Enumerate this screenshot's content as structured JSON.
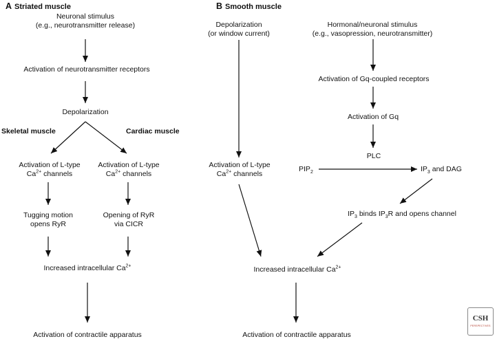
{
  "panel_a": {
    "letter": "A",
    "title": "Striated muscle",
    "stimulus": [
      "Neuronal stimulus",
      "(e.g., neurotransmitter release)"
    ],
    "activation_receptors": "Activation of neurotransmitter receptors",
    "depolarization": "Depolarization",
    "skeletal_title": "Skeletal muscle",
    "cardiac_title": "Cardiac muscle",
    "skeletal_ltype_line1": "Activation of L-type",
    "skeletal_ltype_line2": "channels",
    "cardiac_ltype_line1": "Activation of L-type",
    "cardiac_ltype_line2": "channels",
    "tugging": [
      "Tugging motion",
      "opens RyR"
    ],
    "opening_ryr": [
      "Opening of RyR",
      "via CICR"
    ],
    "increased_ca": "Increased intracellular Ca",
    "contractile": "Activation of contractile apparatus"
  },
  "panel_b": {
    "letter": "B",
    "title": "Smooth muscle",
    "depolarization": [
      "Depolarization",
      "(or window current)"
    ],
    "hormonal": [
      "Hormonal/neuronal stimulus",
      "(e.g., vasopression, neurotransmitter)"
    ],
    "gq_receptors": "Activation of Gq-coupled receptors",
    "gq": "Activation of Gq",
    "plc": "PLC",
    "ltype_line1": "Activation of L-type",
    "ltype_line2": "channels",
    "pip_base": "PIP",
    "pip_sub": "2",
    "ip3_base": "IP",
    "ip3_sub": "3",
    "ip3_rest": " and DAG",
    "ip3_binds_a": "IP",
    "ip3_binds_sub1": "3",
    "ip3_binds_b": " binds IP",
    "ip3_binds_sub2": "3",
    "ip3_binds_c": "R and opens channel",
    "increased_ca": "Increased intracellular Ca",
    "contractile": "Activation of contractile apparatus"
  },
  "ca_base": "Ca",
  "ca_charge": "2+",
  "logo": {
    "text": "CSH",
    "subtext": "PERSPECTIVES"
  }
}
